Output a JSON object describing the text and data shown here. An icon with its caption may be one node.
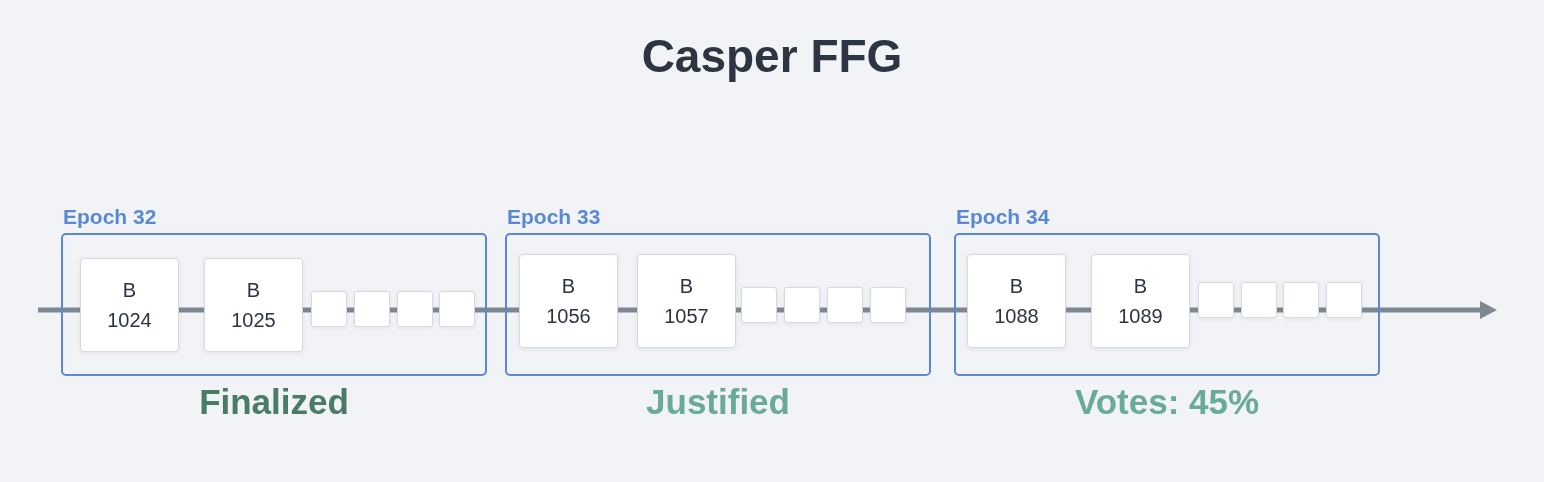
{
  "diagram": {
    "title": "Casper FFG",
    "nodes": [
      {
        "text": [
          "Epoch 32"
        ],
        "beside": [
          "Finalized"
        ]
      },
      {
        "text": [
          "B",
          "1024"
        ],
        "in": 0
      },
      {
        "text": [
          "B",
          "1025"
        ],
        "in": 0
      },
      {
        "text": [],
        "shape": "box",
        "in": 0
      },
      {
        "text": [],
        "shape": "box",
        "in": 0
      },
      {
        "text": [],
        "shape": "box",
        "in": 0
      },
      {
        "text": [],
        "shape": "box",
        "in": 0
      },
      {
        "text": [
          "Epoch 33"
        ],
        "beside": [
          "Justified"
        ]
      },
      {
        "text": [
          "B",
          "1056"
        ],
        "in": 7
      },
      {
        "text": [
          "B",
          "1057"
        ],
        "in": 7
      },
      {
        "text": [],
        "shape": "box",
        "in": 7
      },
      {
        "text": [],
        "shape": "box",
        "in": 7
      },
      {
        "text": [],
        "shape": "box",
        "in": 7
      },
      {
        "text": [],
        "shape": "box",
        "in": 7
      },
      {
        "text": [
          "Epoch 34"
        ],
        "beside": [
          "Votes: 45%"
        ]
      },
      {
        "text": [
          "B",
          "1088"
        ],
        "in": 14
      },
      {
        "text": [
          "B",
          "1089"
        ],
        "in": 14
      },
      {
        "text": [],
        "shape": "box",
        "in": 14
      },
      {
        "text": [],
        "shape": "box",
        "in": 14
      },
      {
        "text": [],
        "shape": "box",
        "in": 14
      },
      {
        "text": [],
        "shape": "box",
        "in": 14
      }
    ],
    "edges": [
      {
        "from": null,
        "to": 1,
        "arrow": "none"
      },
      {
        "from": 1,
        "to": 2,
        "arrow": "none"
      },
      {
        "from": 2,
        "to": 3,
        "arrow": "none"
      },
      {
        "from": 3,
        "to": 4,
        "arrow": "none"
      },
      {
        "from": 4,
        "to": 5,
        "arrow": "none"
      },
      {
        "from": 5,
        "to": 6,
        "arrow": "none"
      },
      {
        "from": 6,
        "to": 8,
        "arrow": "none"
      },
      {
        "from": 8,
        "to": 9,
        "arrow": "none"
      },
      {
        "from": 9,
        "to": 10,
        "arrow": "none"
      },
      {
        "from": 10,
        "to": 11,
        "arrow": "none"
      },
      {
        "from": 11,
        "to": 12,
        "arrow": "none"
      },
      {
        "from": 12,
        "to": 13,
        "arrow": "none"
      },
      {
        "from": 13,
        "to": 15,
        "arrow": "none"
      },
      {
        "from": 15,
        "to": 16,
        "arrow": "none"
      },
      {
        "from": 16,
        "to": 17,
        "arrow": "none"
      },
      {
        "from": 17,
        "to": 18,
        "arrow": "none"
      },
      {
        "from": 18,
        "to": 19,
        "arrow": "none"
      },
      {
        "from": 19,
        "to": 20,
        "arrow": "none"
      },
      {
        "from": 20,
        "to": null,
        "arrow": "to"
      }
    ]
  }
}
